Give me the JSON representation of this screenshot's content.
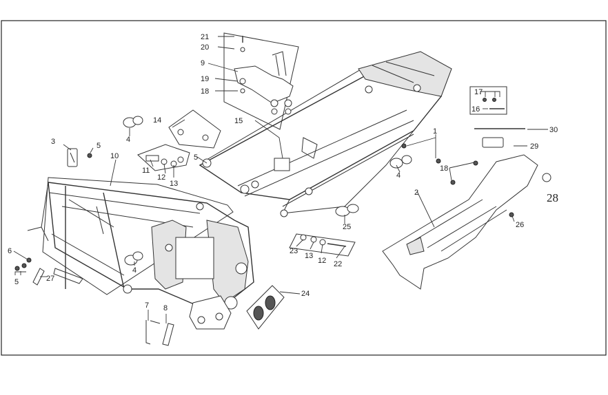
{
  "diagram": {
    "callouts": [
      {
        "id": "c1",
        "text": "1"
      },
      {
        "id": "c2",
        "text": "2"
      },
      {
        "id": "c3",
        "text": "3"
      },
      {
        "id": "c4a",
        "text": "4"
      },
      {
        "id": "c4b",
        "text": "4"
      },
      {
        "id": "c4c",
        "text": "4"
      },
      {
        "id": "c5a",
        "text": "5"
      },
      {
        "id": "c5b",
        "text": "5"
      },
      {
        "id": "c5c",
        "text": "5"
      },
      {
        "id": "c6",
        "text": "6"
      },
      {
        "id": "c7",
        "text": "7"
      },
      {
        "id": "c8",
        "text": "8"
      },
      {
        "id": "c9",
        "text": "9"
      },
      {
        "id": "c10",
        "text": "10"
      },
      {
        "id": "c11",
        "text": "11"
      },
      {
        "id": "c12a",
        "text": "12"
      },
      {
        "id": "c12b",
        "text": "12"
      },
      {
        "id": "c13a",
        "text": "13"
      },
      {
        "id": "c13b",
        "text": "13"
      },
      {
        "id": "c14",
        "text": "14"
      },
      {
        "id": "c15",
        "text": "15"
      },
      {
        "id": "c16",
        "text": "16"
      },
      {
        "id": "c17",
        "text": "17"
      },
      {
        "id": "c18a",
        "text": "18"
      },
      {
        "id": "c18b",
        "text": "18"
      },
      {
        "id": "c19",
        "text": "19"
      },
      {
        "id": "c20",
        "text": "20"
      },
      {
        "id": "c21",
        "text": "21"
      },
      {
        "id": "c22",
        "text": "22"
      },
      {
        "id": "c23",
        "text": "23"
      },
      {
        "id": "c24",
        "text": "24"
      },
      {
        "id": "c25",
        "text": "25"
      },
      {
        "id": "c26",
        "text": "26"
      },
      {
        "id": "c27",
        "text": "27"
      },
      {
        "id": "c28",
        "text": "28"
      },
      {
        "id": "c29",
        "text": "29"
      },
      {
        "id": "c30",
        "text": "30"
      }
    ],
    "colors": {
      "ink": "#333333",
      "background": "#ffffff",
      "shade": "#e4e4e4"
    }
  }
}
